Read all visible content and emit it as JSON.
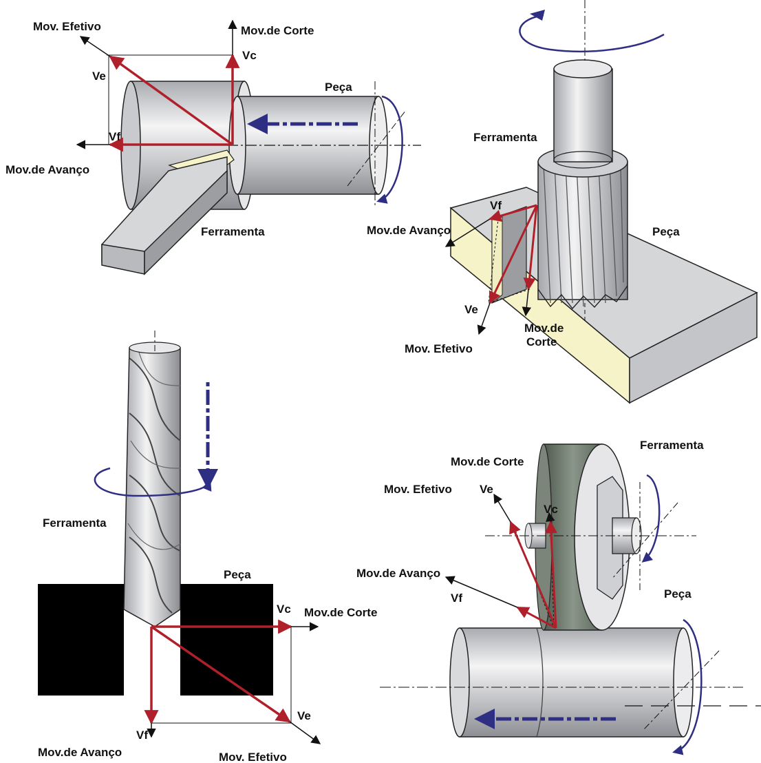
{
  "colors": {
    "vector": "#b0202a",
    "motion": "#2e2e82",
    "metal": "#d9dadc",
    "metal_dark": "#8c8e93",
    "workpiece_face": "#f6f3c8",
    "grinding_wheel": "#6f7a6c",
    "block": "#000000"
  },
  "turning": {
    "mov_efetivo": "Mov. Efetivo",
    "mov_corte": "Mov.de Corte",
    "vc": "Vc",
    "ve": "Ve",
    "vf": "Vf",
    "mov_avanco": "Mov.de Avanço",
    "peca": "Peça",
    "ferramenta": "Ferramenta"
  },
  "milling": {
    "ferramenta": "Ferramenta",
    "vf": "Vf",
    "mov_avanco": "Mov.de Avanço",
    "peca": "Peça",
    "ve": "Ve",
    "mov_corte_1": "Mov.de",
    "mov_corte_2": "Corte",
    "mov_efetivo": "Mov. Efetivo"
  },
  "drilling": {
    "ferramenta": "Ferramenta",
    "peca": "Peça",
    "vc": "Vc",
    "mov_corte": "Mov.de Corte",
    "ve": "Ve",
    "vf": "Vf",
    "mov_avanco": "Mov.de Avanço",
    "mov_efetivo": "Mov. Efetivo"
  },
  "grinding": {
    "ferramenta": "Ferramenta",
    "mov_corte": "Mov.de Corte",
    "mov_efetivo": "Mov. Efetivo",
    "ve": "Ve",
    "vc": "Vc",
    "mov_avanco": "Mov.de Avanço",
    "vf": "Vf",
    "peca": "Peça"
  }
}
